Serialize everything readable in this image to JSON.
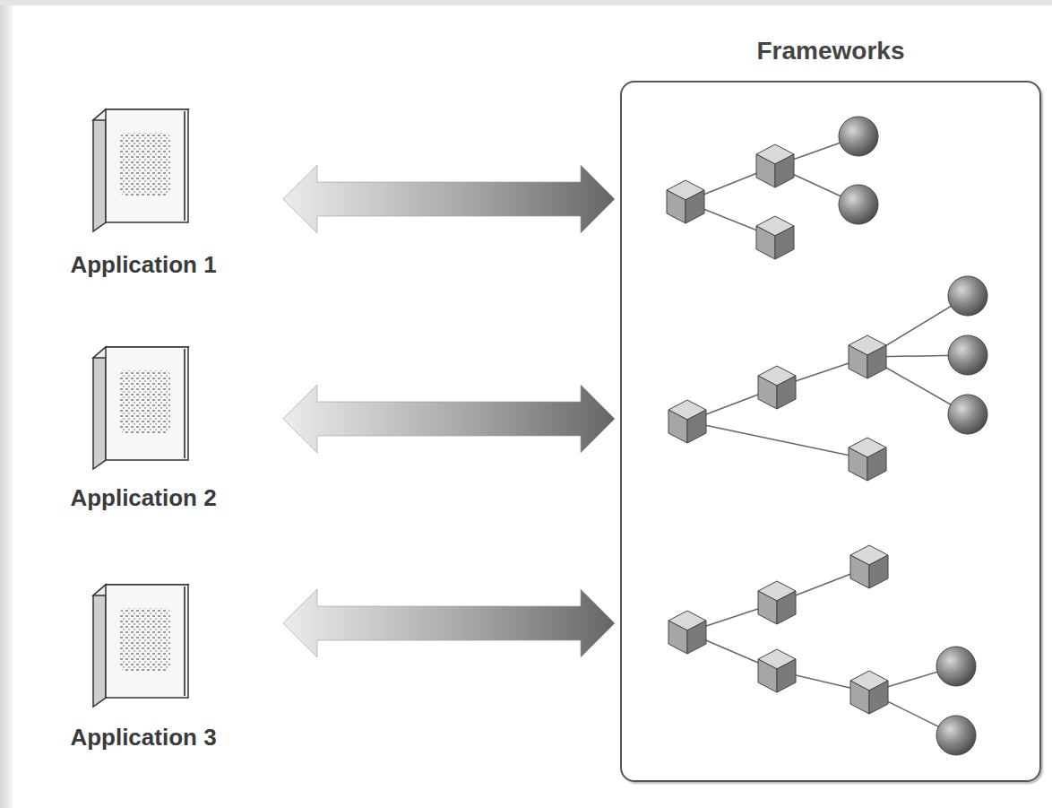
{
  "diagram": {
    "nodes": [
      {
        "text": [
          "Application 1"
        ]
      },
      {
        "text": [
          "Application 2"
        ]
      },
      {
        "text": [
          "Application 3"
        ]
      },
      {
        "text": [
          "Frameworks"
        ]
      }
    ],
    "edges": [
      {
        "from": 0,
        "to": 3,
        "arrow": "both"
      },
      {
        "from": 1,
        "to": 3,
        "arrow": "both"
      },
      {
        "from": 2,
        "to": 3,
        "arrow": "both"
      }
    ]
  }
}
